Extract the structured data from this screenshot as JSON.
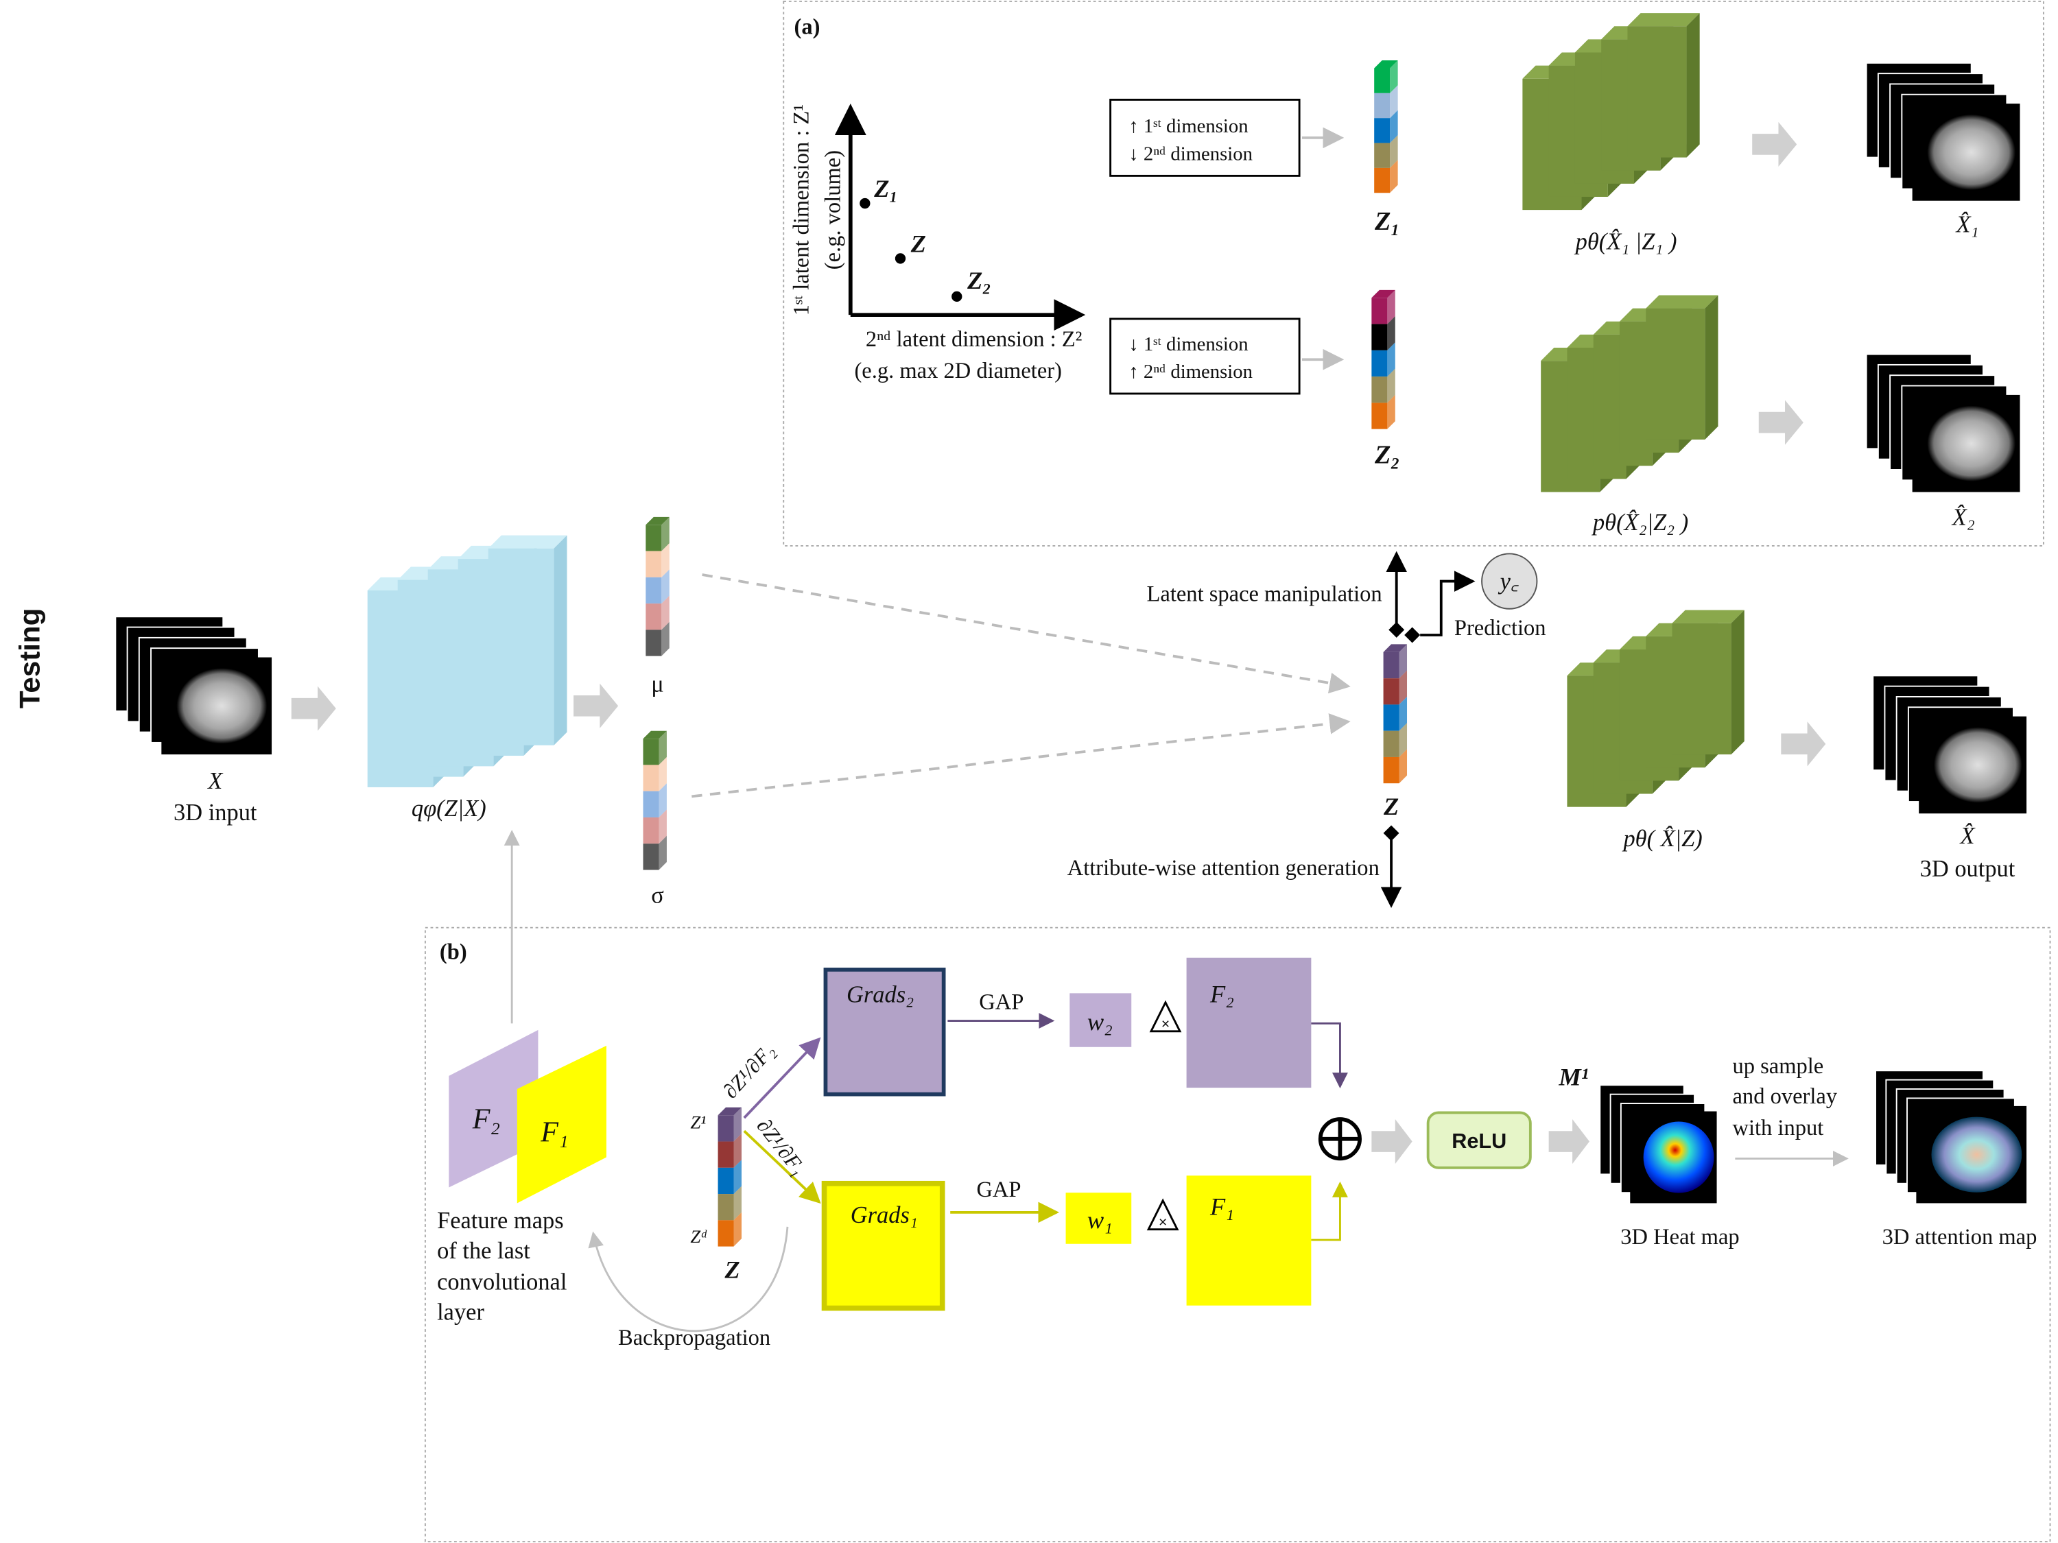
{
  "side_label": "Testing",
  "colors": {
    "encoder": "#b7e1ef",
    "decoder": "#77933c",
    "purple": "#b2a2c7",
    "yellow": "#ffff00",
    "grads2_border": "#1f3a5f",
    "grads1_border": "#cccc00",
    "relu_fill": "#e6f5c8",
    "arrow_gray": "#c8c8c8"
  },
  "input": {
    "symbol": "X",
    "label": "3D input"
  },
  "encoder": {
    "label": "qφ(Z|X)"
  },
  "mu": {
    "label": "μ"
  },
  "sigma": {
    "label": "σ"
  },
  "latent": {
    "label": "Z"
  },
  "panel_a": {
    "tag": "(a)",
    "y_axis_label": "1ˢᵗ latent dimension : Z¹",
    "y_axis_sub": "(e.g. volume)",
    "x_axis_label": "2ⁿᵈ latent dimension : Z²",
    "x_axis_sub": "(e.g. max 2D diameter)",
    "points": [
      {
        "label": "Z₁"
      },
      {
        "label": "Z"
      },
      {
        "label": "Z₂"
      }
    ],
    "box1": {
      "line1": "↑ 1ˢᵗ dimension",
      "line2": "↓ 2ⁿᵈ dimension"
    },
    "box2": {
      "line1": "↓ 1ˢᵗ dimension",
      "line2": "↑ 2ⁿᵈ dimension"
    },
    "z1_label": "Z₁",
    "z2_label": "Z₂",
    "decoder1_label": "pθ(X̂₁ |Z₁ )",
    "decoder2_label": "pθ(X̂₂|Z₂ )",
    "out1_label": "X̂₁",
    "out2_label": "X̂₂"
  },
  "manipulation_label": "Latent space manipulation",
  "prediction": {
    "symbol": "y꜀",
    "label": "Prediction"
  },
  "decoder3": {
    "label": "pθ( X̂|Z)"
  },
  "output": {
    "symbol": "X̂",
    "label": "3D output"
  },
  "attention_gen_label": "Attribute-wise attention generation",
  "panel_b": {
    "tag": "(b)",
    "f2": "F₂",
    "f1": "F₁",
    "feature_text": [
      "Feature maps",
      "of the last",
      "convolutional",
      "layer"
    ],
    "z_top": "Z¹",
    "z_bottom": "Zᵈ",
    "z_label": "Z",
    "deriv2": "∂Z¹/∂F₂",
    "deriv1": "∂Z¹/∂F₁",
    "grads2": "Grads₂",
    "grads1": "Grads₁",
    "gap": "GAP",
    "w2": "w₂",
    "w1": "w₁",
    "multiply": "×",
    "F2_box": "F₂",
    "F1_box": "F₁",
    "relu": "ReLU",
    "m_label": "M¹",
    "heatmap_label": "3D Heat map",
    "upsample_text": [
      "up sample",
      "and overlay",
      "with input"
    ],
    "attention_label": "3D attention map",
    "backprop": "Backpropagation"
  }
}
